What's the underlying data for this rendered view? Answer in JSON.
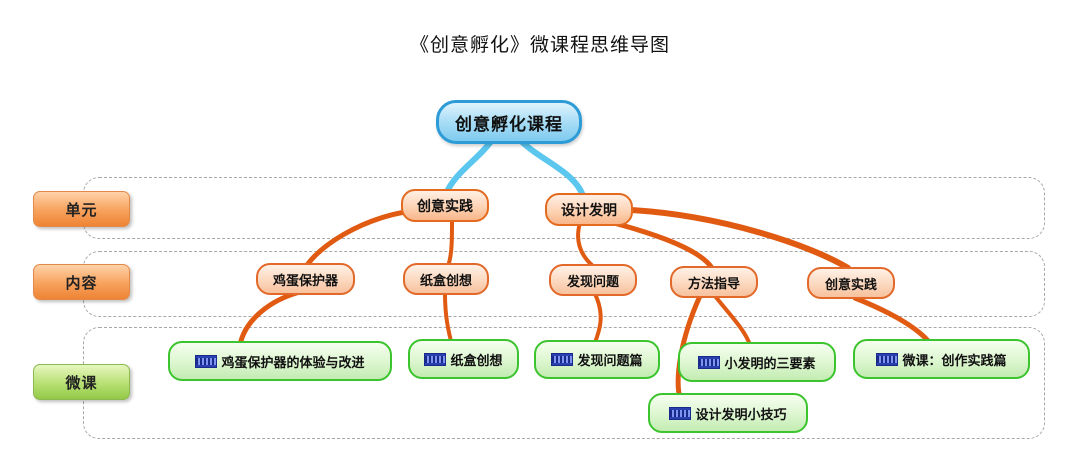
{
  "title": "《创意孵化》微课程思维导图",
  "row_labels": {
    "unit": "单元",
    "content": "内容",
    "micro": "微课"
  },
  "root": "创意孵化课程",
  "units": [
    "创意实践",
    "设计发明"
  ],
  "contents": [
    "鸡蛋保护器",
    "纸盒创想",
    "发现问题",
    "方法指导",
    "创意实践"
  ],
  "micro_lessons": [
    "鸡蛋保护器的体验与改进",
    "纸盒创想",
    "发现问题篇",
    "小发明的三要素",
    "设计发明小技巧",
    "微课：创作实践篇"
  ],
  "icons": {
    "micro_lesson": "film-icon"
  },
  "colors": {
    "root_border": "#2c9bd6",
    "branch": "#e05a12",
    "leaf_border": "#3cc42e",
    "root_link": "#5bc6ee"
  }
}
